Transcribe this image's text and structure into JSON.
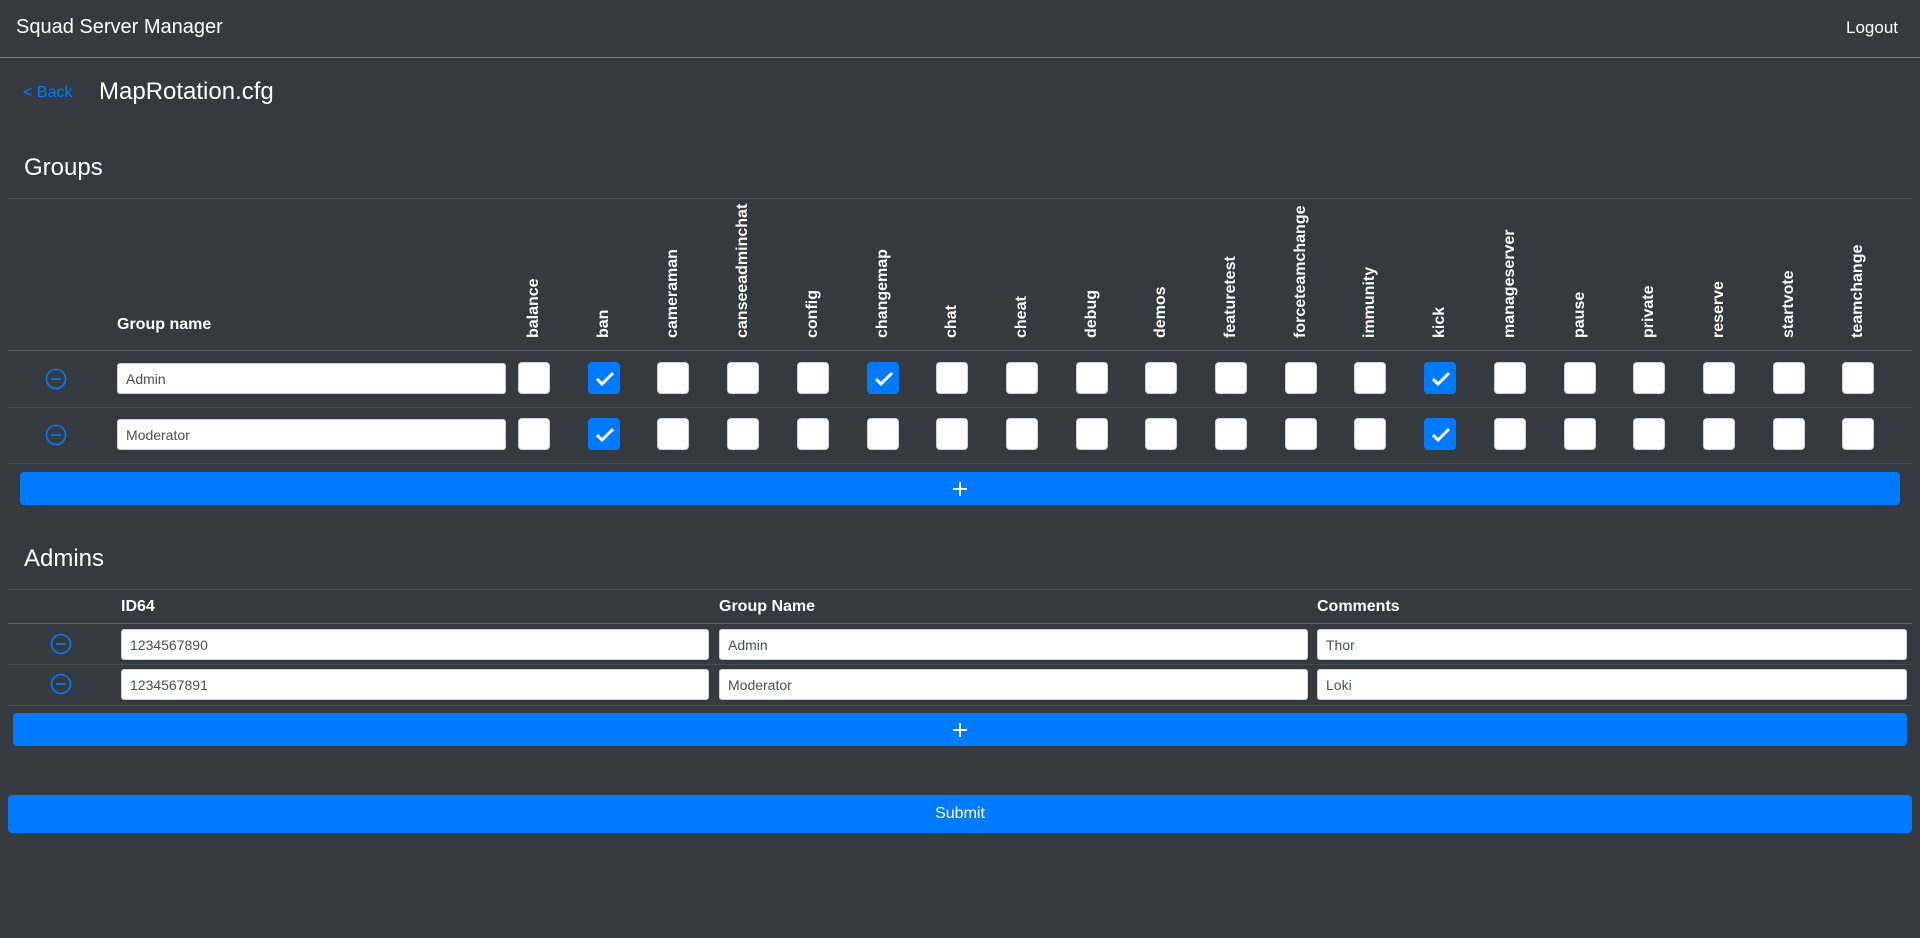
{
  "header": {
    "brand": "Squad Server Manager",
    "logout_label": "Logout"
  },
  "page": {
    "back_label": "< Back",
    "file_title": "MapRotation.cfg"
  },
  "groups": {
    "title": "Groups",
    "name_header": "Group name",
    "permissions": [
      "balance",
      "ban",
      "cameraman",
      "canseeadminchat",
      "config",
      "changemap",
      "chat",
      "cheat",
      "debug",
      "demos",
      "featuretest",
      "forceteamchange",
      "immunity",
      "kick",
      "manageserver",
      "pause",
      "private",
      "reserve",
      "startvote",
      "teamchange"
    ],
    "rows": [
      {
        "name": "Admin",
        "checked": [
          "ban",
          "changemap",
          "kick"
        ]
      },
      {
        "name": "Moderator",
        "checked": [
          "ban",
          "kick"
        ]
      }
    ]
  },
  "admins": {
    "title": "Admins",
    "headers": {
      "id64": "ID64",
      "group_name": "Group Name",
      "comments": "Comments"
    },
    "rows": [
      {
        "id64": "1234567890",
        "group_name": "Admin",
        "comments": "Thor"
      },
      {
        "id64": "1234567891",
        "group_name": "Moderator",
        "comments": "Loki"
      }
    ]
  },
  "submit_label": "Submit",
  "colors": {
    "background": "#343a40",
    "primary": "#007bff",
    "navbar_border": "#17a2b8",
    "divider": "#454d55"
  },
  "icons": {
    "remove": "minus-circle-icon",
    "add": "plus-icon",
    "check": "check-icon"
  }
}
